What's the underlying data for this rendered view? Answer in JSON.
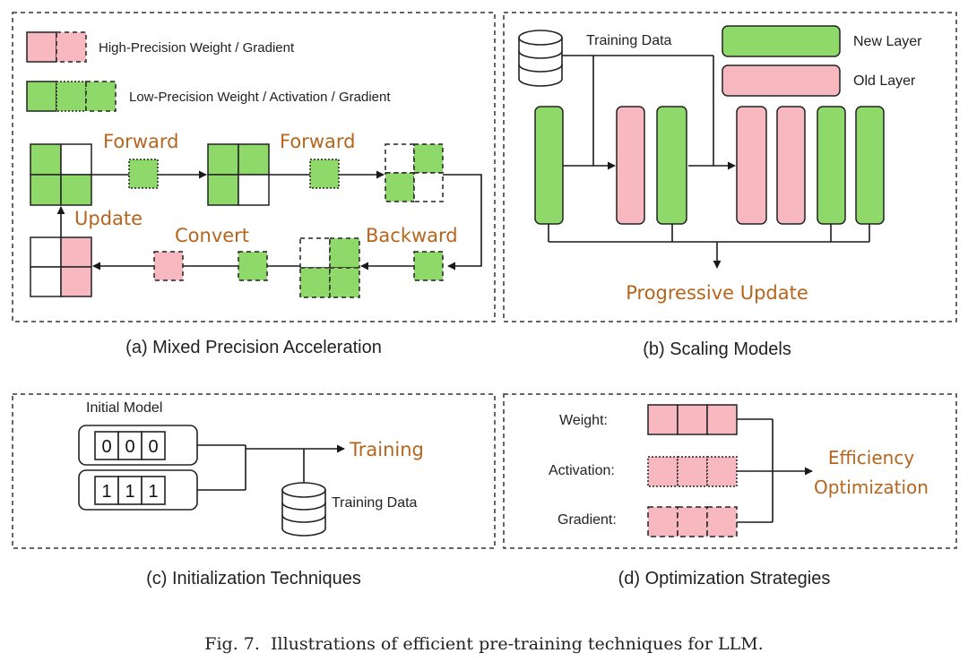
{
  "colors": {
    "green": "#8fd86a",
    "pink": "#f7b8bf",
    "orange_text": "#b5651d",
    "line": "#1a1a1a"
  },
  "panel_a": {
    "legend_high": "High-Precision Weight / Gradient",
    "legend_low": "Low-Precision Weight / Activation / Gradient",
    "forward_1": "Forward",
    "forward_2": "Forward",
    "update": "Update",
    "convert": "Convert",
    "backward": "Backward",
    "caption": "(a) Mixed Precision Acceleration"
  },
  "panel_b": {
    "training_data": "Training Data",
    "new_layer": "New Layer",
    "old_layer": "Old Layer",
    "progressive_update": "Progressive Update",
    "caption": "(b) Scaling Models"
  },
  "panel_c": {
    "initial_model": "Initial Model",
    "model_a_digits": [
      "0",
      "0",
      "0"
    ],
    "model_b_digits": [
      "1",
      "1",
      "1"
    ],
    "training": "Training",
    "training_data": "Training Data",
    "caption": "(c) Initialization Techniques"
  },
  "panel_d": {
    "weight": "Weight:",
    "activation": "Activation:",
    "gradient": "Gradient:",
    "efficiency_line1": "Efficiency",
    "efficiency_line2": "Optimization",
    "caption": "(d) Optimization Strategies"
  },
  "figure_caption": "Fig. 7.  Illustrations of efficient pre-training techniques for LLM."
}
